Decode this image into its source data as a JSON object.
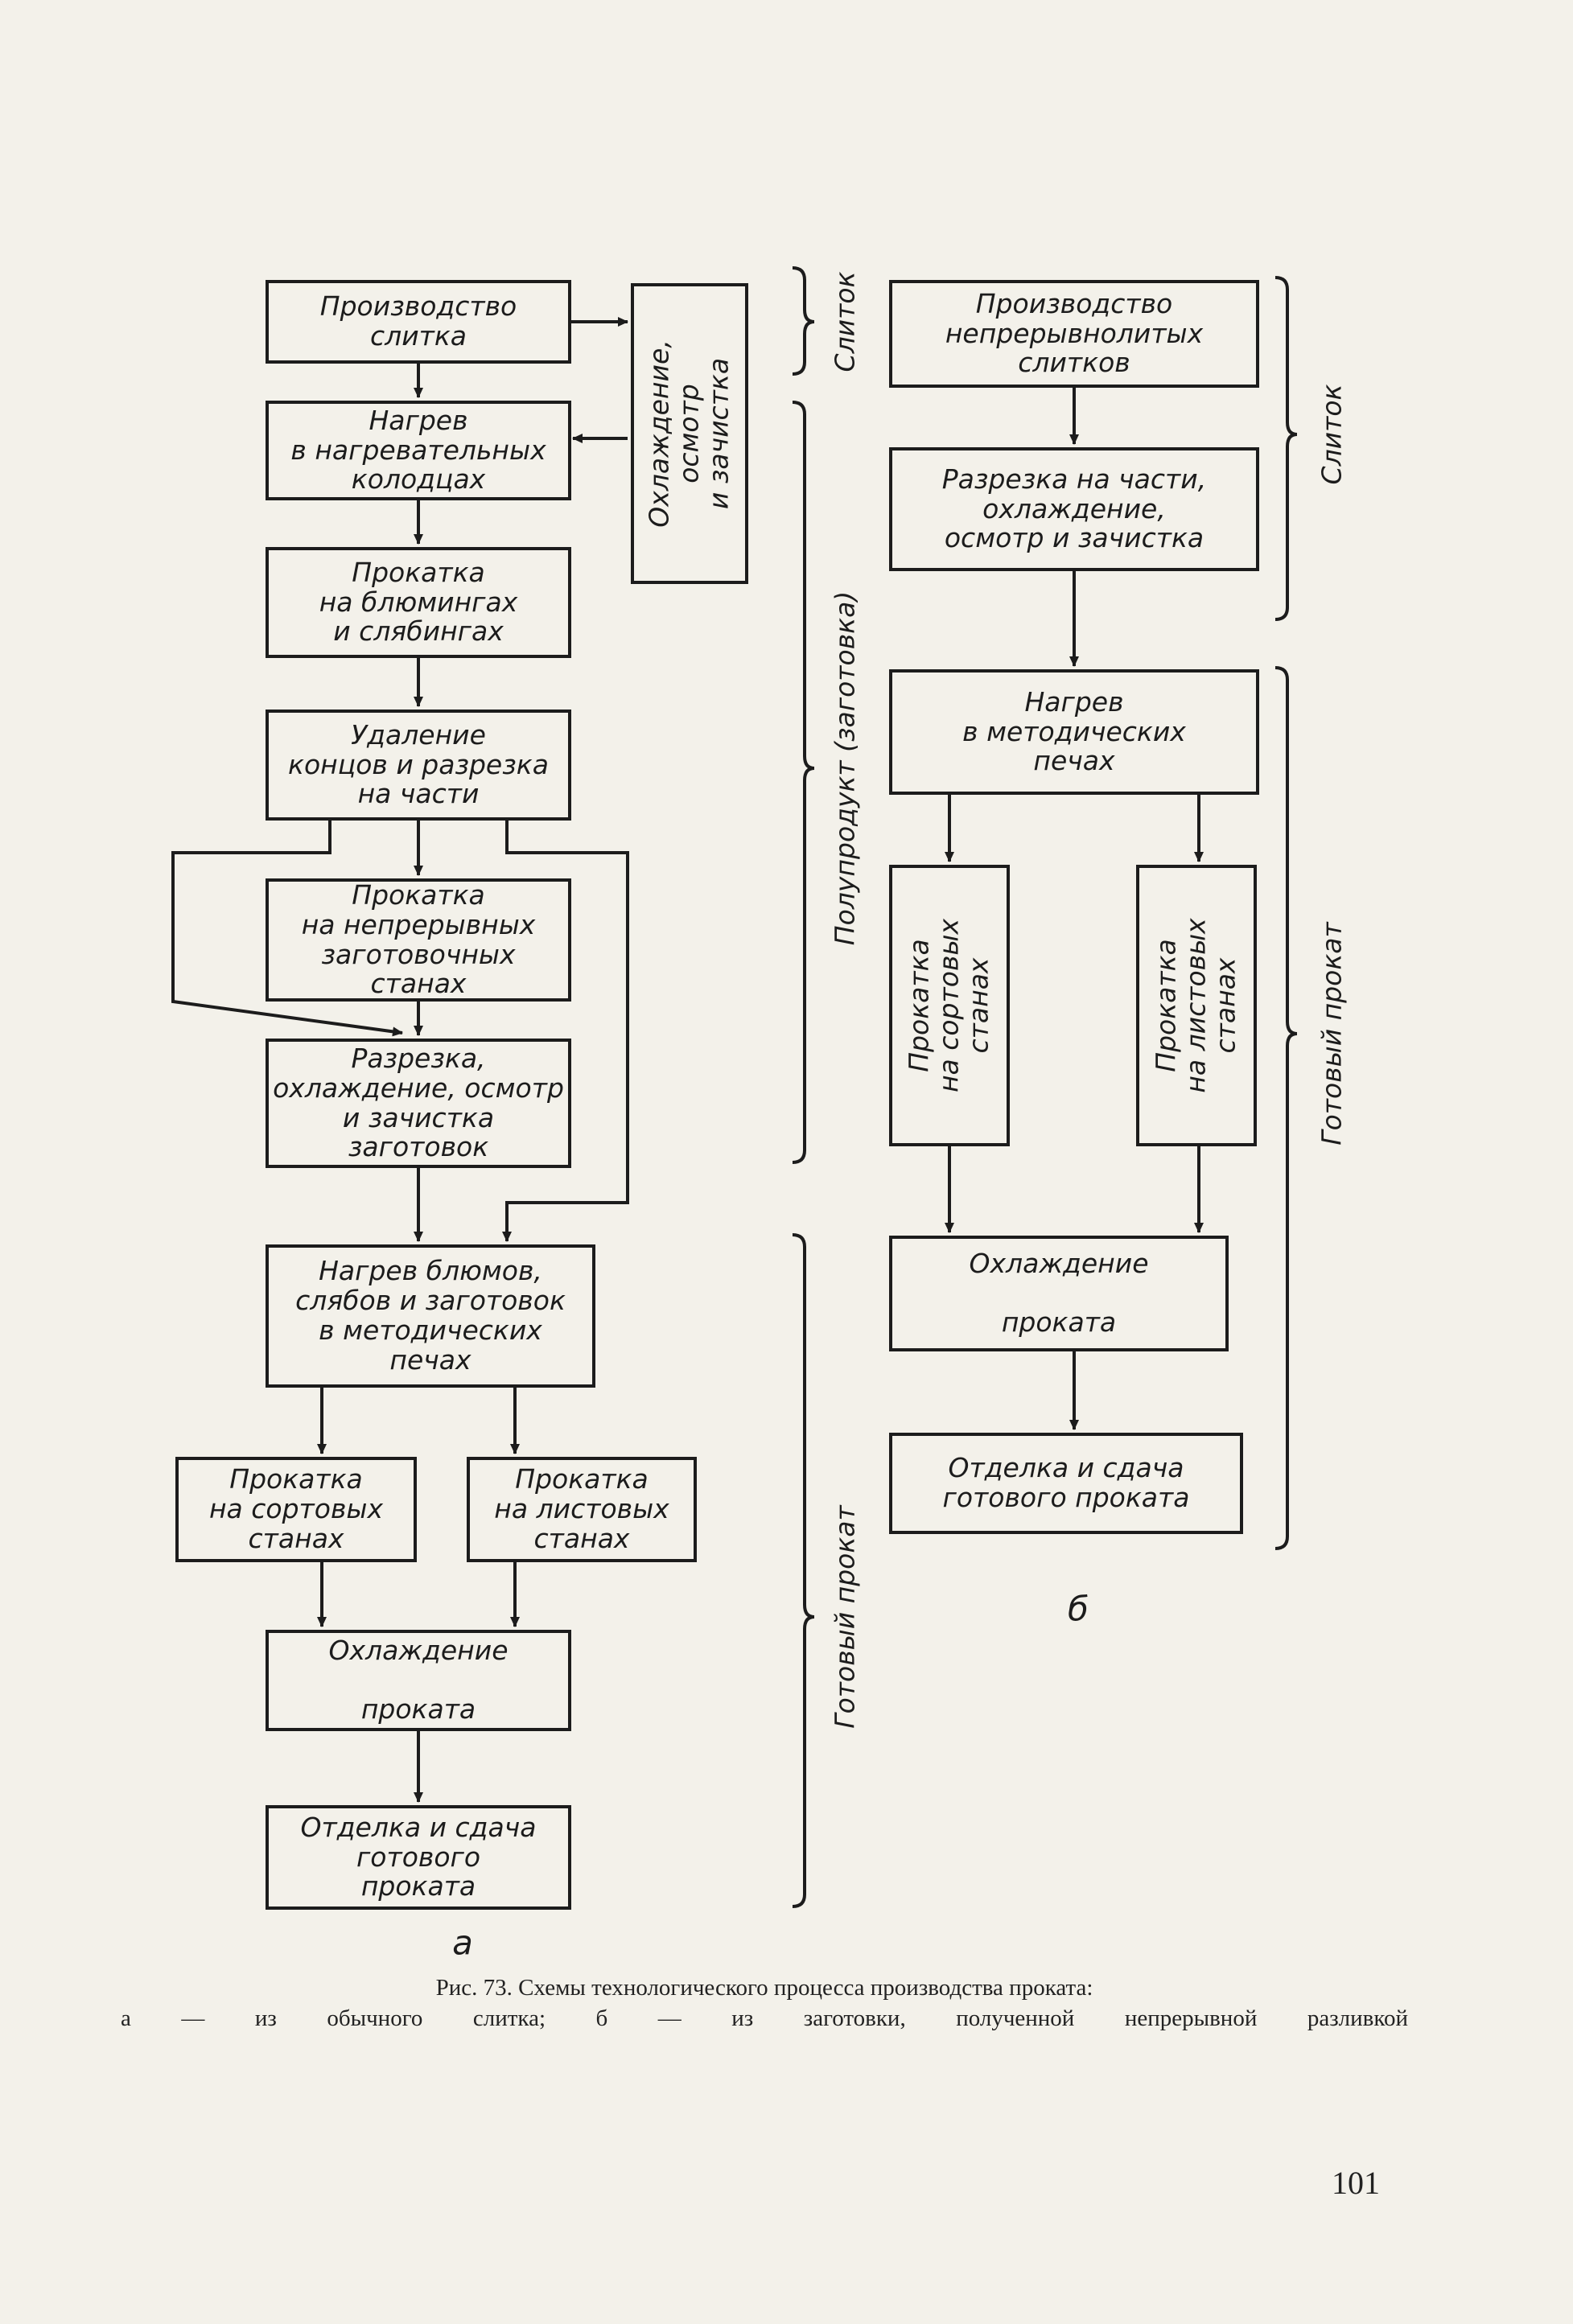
{
  "scheme_a": {
    "b1": "Производство\nслитка",
    "b2": "Нагрев\nв нагревательных\nколодцах",
    "b3": "Прокатка\nна блюмингах\nи слябингах",
    "b4": "Удаление\nконцов и разрезка\nна части",
    "b5": "Прокатка\nна непрерывных\nзаготовочных\nстанах",
    "b6": "Разрезка,\nохлаждение, осмотр\nи зачистка\nзаготовок",
    "b7": "Нагрев блюмов,\nслябов и заготовок\nв методических\nпечах",
    "b8": "Прокатка\nна сортовых\nстанах",
    "b9": "Прокатка\nна листовых\nстанах",
    "b10": "Охлаждение\n\nпроката",
    "b11": "Отделка и сдача\nготового\nпроката",
    "side": "Охлаждение,\nосмотр\nи зачистка",
    "label_ingot": "Слиток",
    "label_semi": "Полупродукт (заготовка)",
    "label_finished": "Готовый прокат",
    "letter": "а"
  },
  "scheme_b": {
    "b1": "Производство\nнепрерывнолитых\nслитков",
    "b2": "Разрезка на части,\nохлаждение,\nосмотр и зачистка",
    "b3": "Нагрев\nв методических\nпечах",
    "b4": "Прокатка\nна сортовых\nстанах",
    "b5": "Прокатка\nна листовых\nстанах",
    "b6": "Охлаждение\n\nпроката",
    "b7": "Отделка и сдача\nготового проката",
    "label_ingot": "Слиток",
    "label_finished": "Готовый прокат",
    "letter": "б"
  },
  "caption": {
    "line1": "Рис. 73. Схемы технологического процесса производства проката:",
    "line2": "а — из обычного слитка; б — из заготовки, полученной непрерывной разливкой"
  },
  "page_number": "101"
}
